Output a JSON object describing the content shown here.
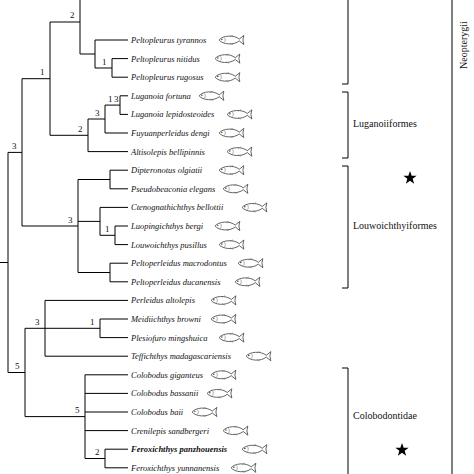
{
  "diagram": {
    "labels": [
      "2",
      "Peltopleurus tyrannos",
      "1",
      "Peltopleurus nitidus",
      "1",
      "Peltopleurus rugosus",
      "1",
      "3",
      "Luganoia fortuna",
      "Luganoia lepidosteoides",
      "3",
      "Fuyuanperleidus dengi",
      "2",
      "3",
      "Altisolepis bellipinnis",
      "Luganoiiformes",
      "Dipteronotus olgiatii",
      "Pseudobeaconia elegans",
      "Ctenognathichthys bellottii",
      "3",
      "1",
      "Luopingichthys bergi",
      "Louwoichthys pusillus",
      "Louwoichthyiformes",
      "Peltoperleidus macrodontus",
      "Peltoperleidus ducanensis",
      "Perleidus altolepis",
      "3",
      "1",
      "Meidiichthys browni",
      "Plesiofuro mingshuica",
      "Teffichthys madagascariensis",
      "5",
      "Colobodus giganteus",
      "Colobodus bassanii",
      "5",
      "Colobodus baii",
      "Colobodontidae",
      "Crenilepis sandbergeri",
      "2",
      "Feroxichthys panzhouensis",
      "Feroxichthys yunnanensis",
      "Neopterygii"
    ]
  }
}
